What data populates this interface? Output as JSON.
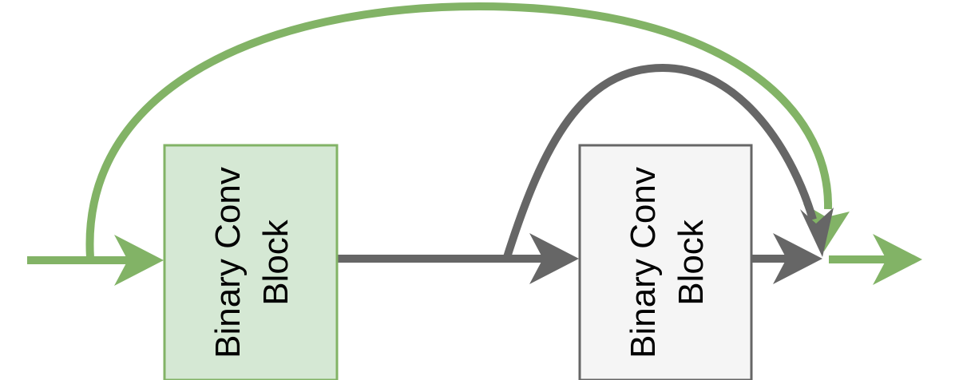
{
  "blocks": [
    {
      "id": "block-1",
      "lines": [
        "Binary Conv",
        "Block"
      ],
      "fill": "#d5e8d4",
      "stroke": "#82b366"
    },
    {
      "id": "block-2",
      "lines": [
        "Binary Conv",
        "Block"
      ],
      "fill": "#f5f5f5",
      "stroke": "#666666"
    }
  ],
  "colors": {
    "green_path": "#82b366",
    "gray_path": "#666666"
  }
}
